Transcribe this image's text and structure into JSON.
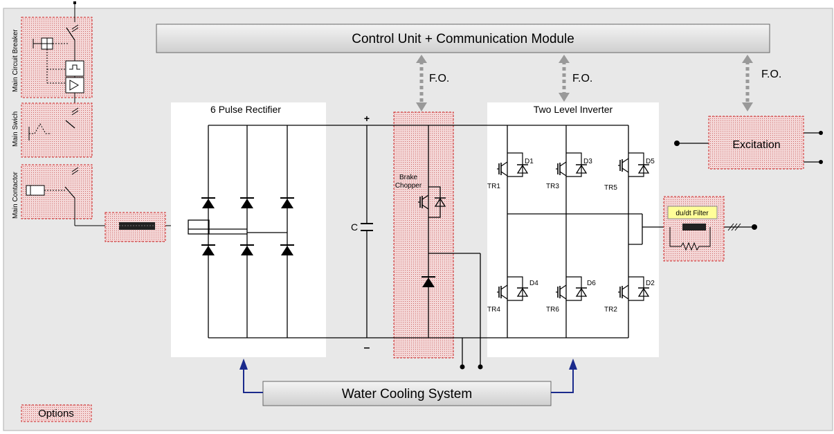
{
  "control_unit": {
    "label": "Control Unit  + Communication Module"
  },
  "fo_links": [
    {
      "label": "F.O."
    },
    {
      "label": "F.O."
    },
    {
      "label": "F.O."
    }
  ],
  "rectifier": {
    "title": "6 Pulse Rectifier"
  },
  "inverter": {
    "title": "Two Level Inverter",
    "transistors": [
      "TR1",
      "TR3",
      "TR5",
      "TR4",
      "TR6",
      "TR2"
    ],
    "diodes": [
      "D1",
      "D3",
      "D5",
      "D4",
      "D6",
      "D2"
    ]
  },
  "dc_link": {
    "capacitor_label": "C",
    "plus_label": "+",
    "minus_label": "–"
  },
  "brake_chopper": {
    "line1": "Brake",
    "line2": "Chopper"
  },
  "excitation": {
    "label": "Excitation"
  },
  "dudt_filter": {
    "label": "du/dt Filter"
  },
  "main_breaker": {
    "label": "Main Circuit Breaker"
  },
  "main_switch": {
    "label": "Main Swich"
  },
  "main_contactor": {
    "label": "Main Contactor"
  },
  "cooling": {
    "label": "Water Cooling System"
  },
  "legend": {
    "options_label": "Options"
  },
  "colors": {
    "option_fill": "#f2cfcf",
    "option_dots": "#d98c8c",
    "option_border": "#cc2222",
    "panel_bg": "#e8e8e8",
    "arrow_blue": "#1a2a8c",
    "fo_arrow": "#999999"
  }
}
